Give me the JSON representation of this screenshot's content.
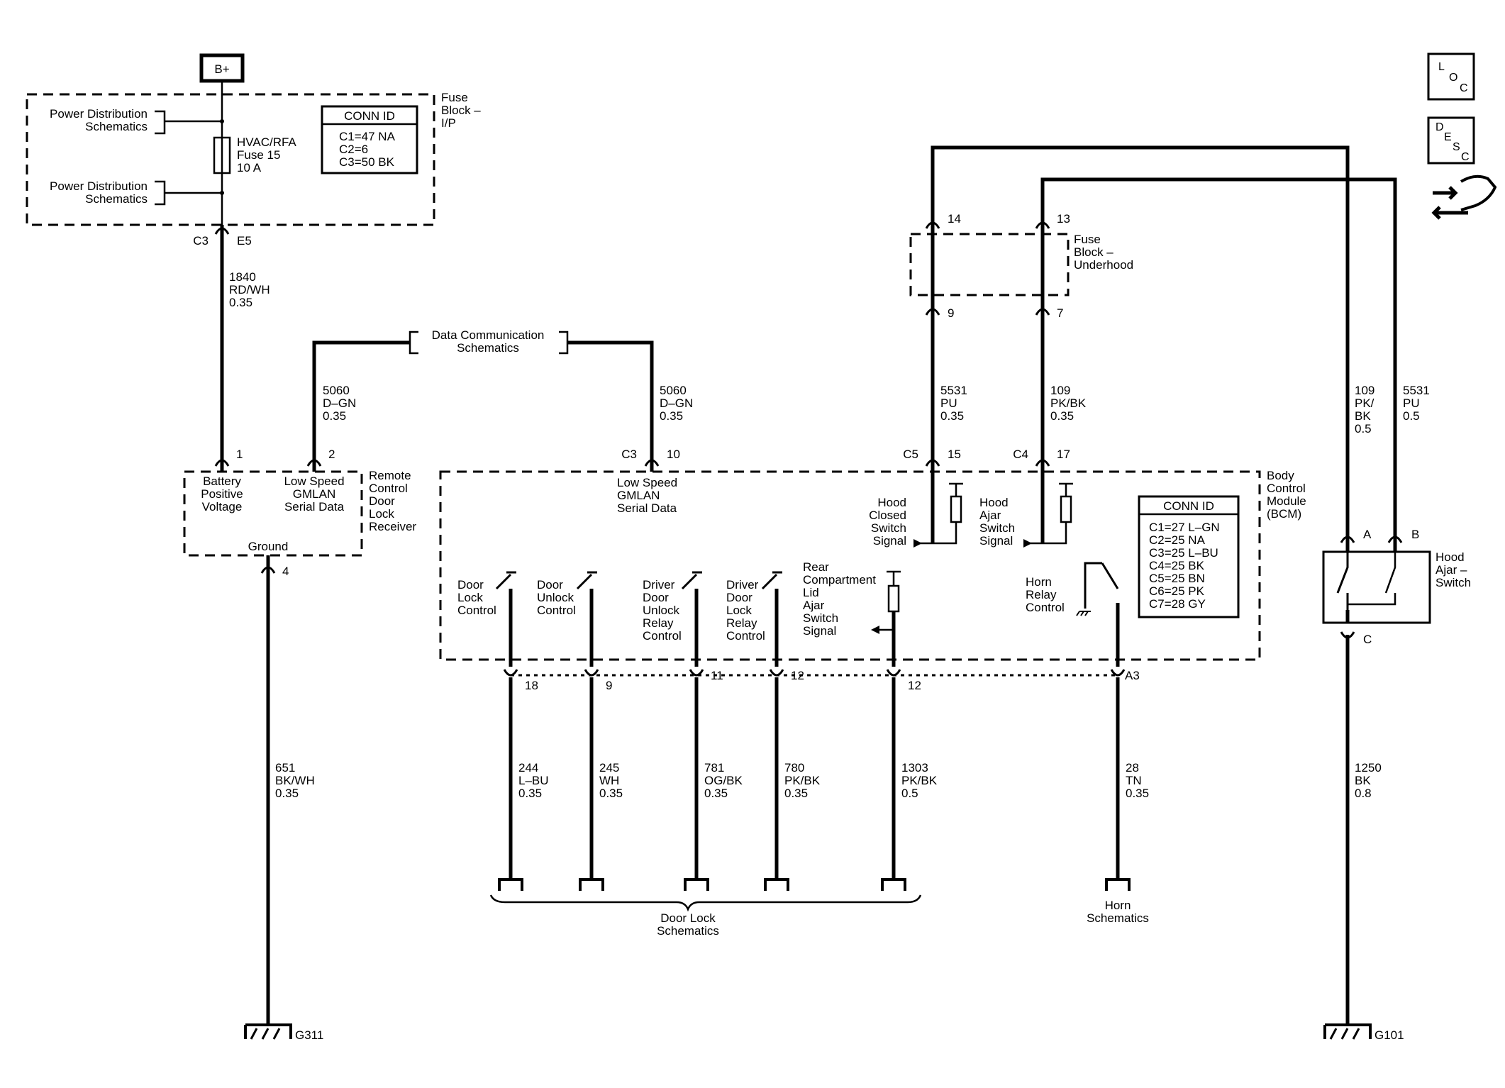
{
  "supply": {
    "label": "B+"
  },
  "fuse_ip": {
    "pd1": [
      "Power Distribution",
      "Schematics"
    ],
    "pd2": [
      "Power Distribution",
      "Schematics"
    ],
    "fuse": [
      "HVAC/RFA",
      "Fuse 15",
      "10 A"
    ],
    "block": [
      "Fuse",
      "Block –",
      "I/P"
    ],
    "conn_title": "CONN ID",
    "conn": [
      "C1=47 NA",
      "C2=6",
      "C3=50 BK"
    ],
    "pin_conn": "C3",
    "pin": "E5"
  },
  "wire_1840": [
    "1840",
    "RD/WH",
    "0.35"
  ],
  "data_comm": [
    "Data Communication",
    "Schematics"
  ],
  "wire_5060a": [
    "5060",
    "D–GN",
    "0.35"
  ],
  "wire_5060b": [
    "5060",
    "D–GN",
    "0.35"
  ],
  "rcdlr": {
    "name": [
      "Remote",
      "Control",
      "Door",
      "Lock",
      "Receiver"
    ],
    "pin1": "1",
    "pin2": "2",
    "pin4": "4",
    "battery": [
      "Battery",
      "Positive",
      "Voltage"
    ],
    "gmlan": [
      "Low Speed",
      "GMLAN",
      "Serial Data"
    ],
    "ground": "Ground"
  },
  "wire_651": [
    "651",
    "BK/WH",
    "0.35"
  ],
  "ground_g311": "G311",
  "bcm": {
    "name": [
      "Body",
      "Control",
      "Module",
      "(BCM)"
    ],
    "pin_c3": "C3",
    "pin_10": "10",
    "gmlan": [
      "Low Speed",
      "GMLAN",
      "Serial Data"
    ],
    "pin_c5": "C5",
    "pin_15": "15",
    "pin_c4": "C4",
    "pin_17": "17",
    "hood_closed": [
      "Hood",
      "Closed",
      "Switch",
      "Signal"
    ],
    "hood_ajar": [
      "Hood",
      "Ajar",
      "Switch",
      "Signal"
    ],
    "door_lock": [
      "Door",
      "Lock",
      "Control"
    ],
    "door_unlock": [
      "Door",
      "Unlock",
      "Control"
    ],
    "driver_unlock": [
      "Driver",
      "Door",
      "Unlock",
      "Relay",
      "Control"
    ],
    "driver_lock": [
      "Driver",
      "Door",
      "Lock",
      "Relay",
      "Control"
    ],
    "rear": [
      "Rear",
      "Compartment",
      "Lid",
      "Ajar",
      "Switch",
      "Signal"
    ],
    "horn": [
      "Horn",
      "Relay",
      "Control"
    ],
    "conn_title": "CONN ID",
    "conn": [
      "C1=27 L–GN",
      "C2=25 NA",
      "C3=25 L–BU",
      "C4=25 BK",
      "C5=25 BN",
      "C6=25 PK",
      "C7=28 GY"
    ],
    "pins_bottom": [
      "18",
      "9",
      "11",
      "12",
      "12",
      "A3"
    ]
  },
  "fuse_uh": {
    "name": [
      "Fuse",
      "Block –",
      "Underhood"
    ],
    "pin14": "14",
    "pin13": "13",
    "pin9": "9",
    "pin7": "7"
  },
  "wire_5531a": [
    "5531",
    "PU",
    "0.35"
  ],
  "wire_109a": [
    "109",
    "PK/BK",
    "0.35"
  ],
  "wire_109b": [
    "109",
    "PK/",
    "BK",
    "0.5"
  ],
  "wire_5531b": [
    "5531",
    "PU",
    "0.5"
  ],
  "hood_switch": {
    "name": [
      "Hood",
      "Ajar –",
      "Switch"
    ],
    "pinA": "A",
    "pinB": "B",
    "pinC": "C"
  },
  "wire_244": [
    "244",
    "L–BU",
    "0.35"
  ],
  "wire_245": [
    "245",
    "WH",
    "0.35"
  ],
  "wire_781": [
    "781",
    "OG/BK",
    "0.35"
  ],
  "wire_780": [
    "780",
    "PK/BK",
    "0.35"
  ],
  "wire_1303": [
    "1303",
    "PK/BK",
    "0.5"
  ],
  "wire_28": [
    "28",
    "TN",
    "0.35"
  ],
  "wire_1250": [
    "1250",
    "BK",
    "0.8"
  ],
  "door_lock_sch": [
    "Door Lock",
    "Schematics"
  ],
  "horn_sch": [
    "Horn",
    "Schematics"
  ],
  "ground_g101": "G101",
  "icons": {
    "loc": [
      "L",
      "O",
      "C"
    ],
    "desc": [
      "D",
      "E",
      "S",
      "C"
    ]
  }
}
